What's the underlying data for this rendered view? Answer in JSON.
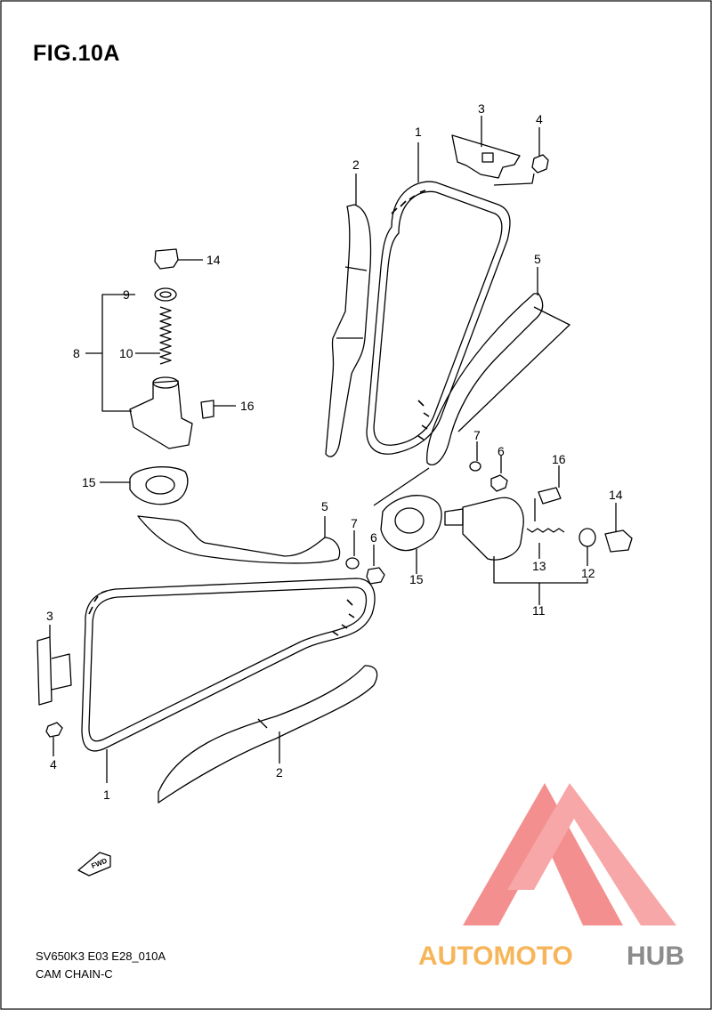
{
  "figure": {
    "title": "FIG.10A",
    "code": "SV650K3 E03 E28_010A",
    "name": "CAM CHAIN-C"
  },
  "callouts": [
    {
      "id": "c1-top",
      "text": "1"
    },
    {
      "id": "c2-top",
      "text": "2"
    },
    {
      "id": "c3-top",
      "text": "3"
    },
    {
      "id": "c4-top",
      "text": "4"
    },
    {
      "id": "c5-top",
      "text": "5"
    },
    {
      "id": "c14-left",
      "text": "14"
    },
    {
      "id": "c9",
      "text": "9"
    },
    {
      "id": "c10",
      "text": "10"
    },
    {
      "id": "c8",
      "text": "8"
    },
    {
      "id": "c16-left",
      "text": "16"
    },
    {
      "id": "c15-left",
      "text": "15"
    },
    {
      "id": "c7-right",
      "text": "7"
    },
    {
      "id": "c6-right",
      "text": "6"
    },
    {
      "id": "c16-right",
      "text": "16"
    },
    {
      "id": "c14-right",
      "text": "14"
    },
    {
      "id": "c5-mid",
      "text": "5"
    },
    {
      "id": "c7-mid",
      "text": "7"
    },
    {
      "id": "c6-mid",
      "text": "6"
    },
    {
      "id": "c15-right",
      "text": "15"
    },
    {
      "id": "c13",
      "text": "13"
    },
    {
      "id": "c12",
      "text": "12"
    },
    {
      "id": "c11",
      "text": "11"
    },
    {
      "id": "c3-bottom",
      "text": "3"
    },
    {
      "id": "c4-bottom",
      "text": "4"
    },
    {
      "id": "c1-bottom",
      "text": "1"
    },
    {
      "id": "c2-bottom",
      "text": "2"
    }
  ],
  "fwd_label": "FWD",
  "watermark": {
    "part1": "AUTOMOTO",
    "part2": "HUB",
    "color1": "#f7b55a",
    "color2": "#8c8c8c",
    "logo_color": "#f06a6a"
  },
  "colors": {
    "line": "#000000",
    "background": "#ffffff"
  }
}
